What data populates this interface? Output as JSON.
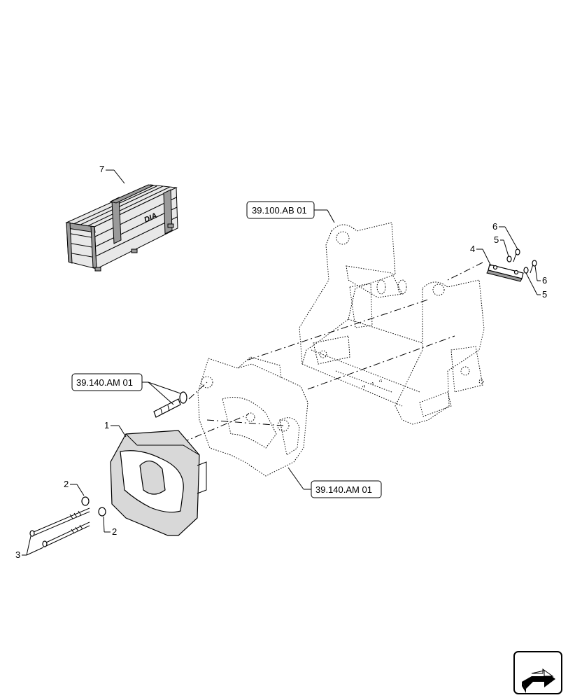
{
  "callouts": {
    "item1": "1",
    "item2a": "2",
    "item2b": "2",
    "item3": "3",
    "item4": "4",
    "item5a": "5",
    "item5b": "5",
    "item6a": "6",
    "item6b": "6",
    "item7": "7"
  },
  "crate": {
    "marking": "DIA"
  },
  "references": {
    "ref_top": "39.100.AB 01",
    "ref_left": "39.140.AM 01",
    "ref_right": "39.140.AM 01"
  },
  "nav": {
    "icon": "navigate-arrow-icon"
  }
}
